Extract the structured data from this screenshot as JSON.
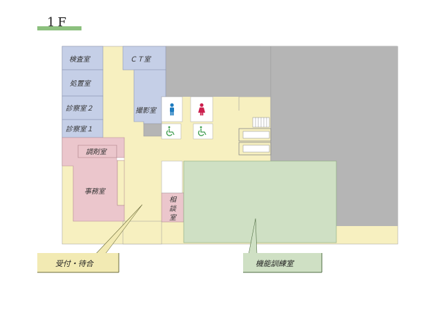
{
  "floor": {
    "title": "1F"
  },
  "rooms": {
    "kensa": "検査室",
    "shochi": "処置室",
    "shinsatsu2": "診察室２",
    "shinsatsu1": "診察室１",
    "ct": "ＣＴ室",
    "satsuei": "撮影室",
    "chozai": "調剤室",
    "jimu": "事務室",
    "sodan": [
      "相",
      "談",
      "室"
    ]
  },
  "callouts": {
    "reception": "受付・待合",
    "rehab": "機能訓練室"
  },
  "icons": {
    "male_toilet": "male-toilet-icon",
    "female_toilet": "female-toilet-icon",
    "accessible_1": "wheelchair-icon",
    "accessible_2": "wheelchair-icon"
  },
  "colors": {
    "corridor": "#f7f0c0",
    "exam_rooms": "#c5cfe7",
    "admin_rooms": "#ebc6cc",
    "rehab_room": "#cfe0c4",
    "other_area": "#b5b5b5",
    "title_bar": "#8cc07e",
    "male_icon": "#1e7bbf",
    "female_icon": "#cc1f4d",
    "accessible_icon": "#3a9b4a"
  }
}
